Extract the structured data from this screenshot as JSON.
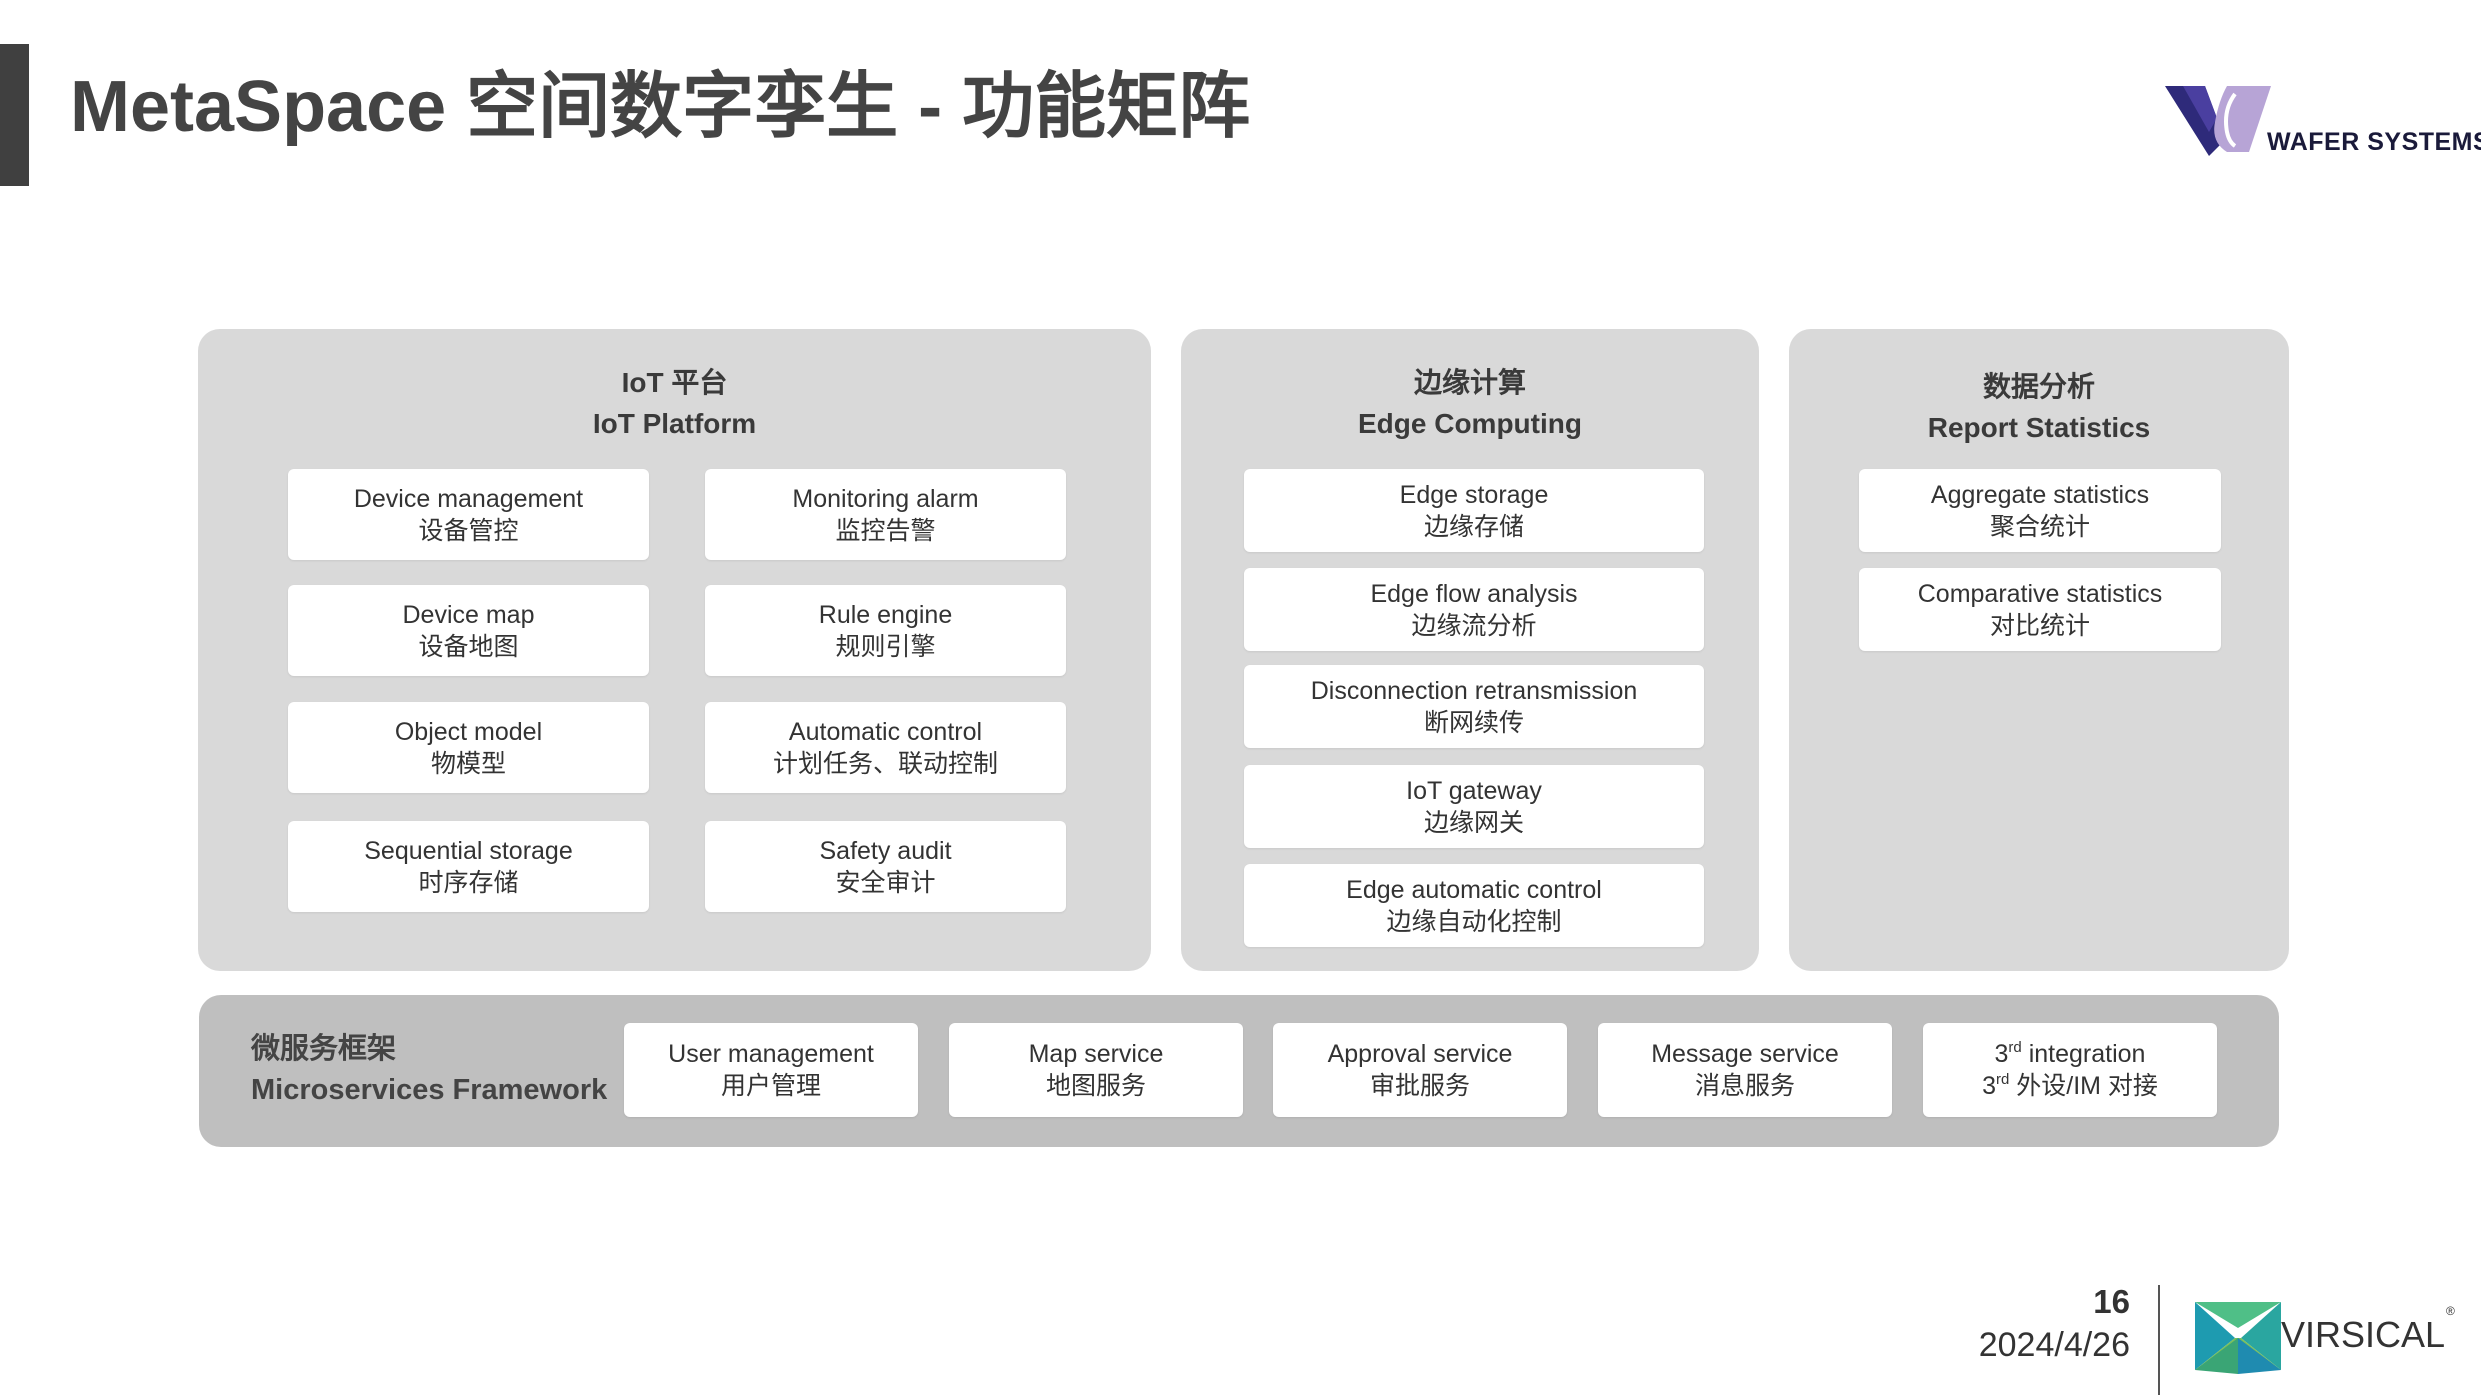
{
  "header": {
    "title": "MetaSpace 空间数字孪生 - 功能矩阵",
    "brand_logo_text": "WAFER SYSTEMS"
  },
  "iot_panel": {
    "title_cn": "IoT 平台",
    "title_en": "IoT Platform",
    "items": [
      {
        "en": "Device management",
        "cn": "设备管控"
      },
      {
        "en": "Monitoring alarm",
        "cn": "监控告警"
      },
      {
        "en": "Device map",
        "cn": "设备地图"
      },
      {
        "en": "Rule engine",
        "cn": "规则引擎"
      },
      {
        "en": "Object model",
        "cn": "物模型"
      },
      {
        "en": "Automatic control",
        "cn": "计划任务、联动控制"
      },
      {
        "en": "Sequential storage",
        "cn": "时序存储"
      },
      {
        "en": "Safety audit",
        "cn": "安全审计"
      }
    ]
  },
  "edge_panel": {
    "title_cn": "边缘计算",
    "title_en": "Edge Computing",
    "items": [
      {
        "en": "Edge storage",
        "cn": "边缘存储"
      },
      {
        "en": "Edge flow analysis",
        "cn": "边缘流分析"
      },
      {
        "en": "Disconnection retransmission",
        "cn": "断网续传"
      },
      {
        "en": "IoT gateway",
        "cn": "边缘网关"
      },
      {
        "en": "Edge automatic control",
        "cn": "边缘自动化控制"
      }
    ]
  },
  "report_panel": {
    "title_cn": "数据分析",
    "title_en": "Report Statistics",
    "items": [
      {
        "en": "Aggregate statistics",
        "cn": "聚合统计"
      },
      {
        "en": "Comparative statistics",
        "cn": "对比统计"
      }
    ]
  },
  "microservices": {
    "title_cn": "微服务框架",
    "title_en": "Microservices Framework",
    "items": [
      {
        "en": "User management",
        "cn": "用户管理"
      },
      {
        "en": "Map service",
        "cn": "地图服务"
      },
      {
        "en": "Approval service",
        "cn": "审批服务"
      },
      {
        "en": "Message service",
        "cn": "消息服务"
      },
      {
        "en_num": "3",
        "en_sup": "rd",
        "en_rest": " integration",
        "cn_num": "3",
        "cn_sup": "rd",
        "cn_rest": " 外设/IM 对接"
      }
    ]
  },
  "footer": {
    "page_number": "16",
    "date": "2024/4/26",
    "brand": "VIRSICAL",
    "brand_mark": "®"
  }
}
